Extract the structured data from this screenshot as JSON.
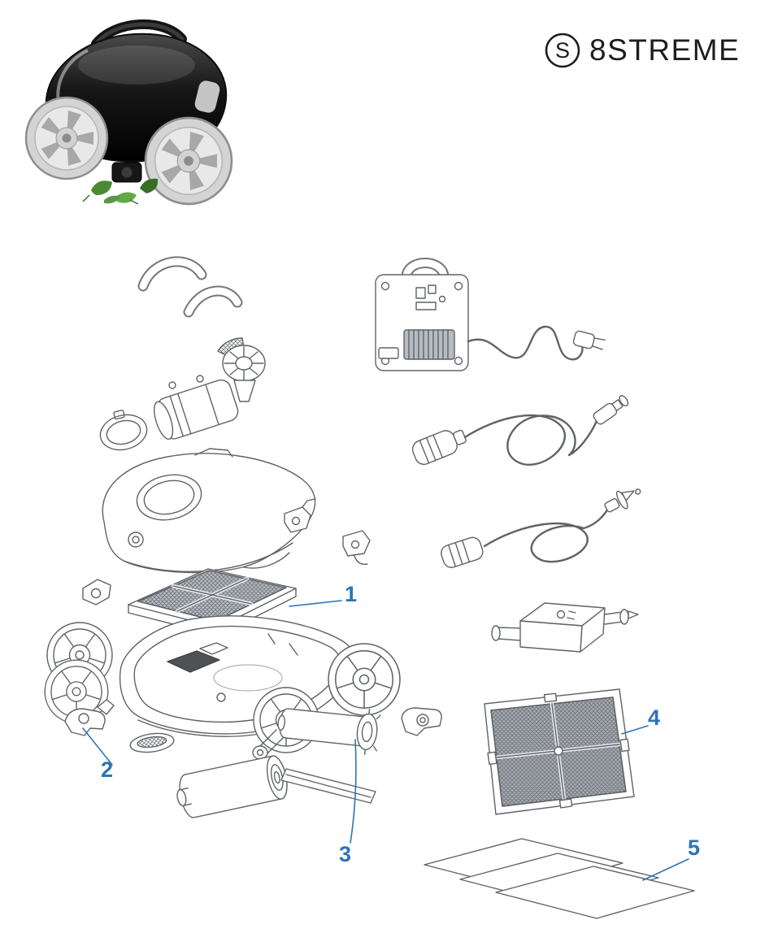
{
  "brand": {
    "name": "8STREME",
    "logo_letter": "S"
  },
  "product_photo": {
    "description": "Black robotic pool cleaner with grey spoked wheels and scattered leaves"
  },
  "diagram": {
    "kind": "exploded parts diagram of robotic pool cleaner",
    "label_color": "#2e74b5",
    "parts": [
      {
        "number": "1"
      },
      {
        "number": "2"
      },
      {
        "number": "3"
      },
      {
        "number": "4"
      },
      {
        "number": "5"
      }
    ]
  }
}
